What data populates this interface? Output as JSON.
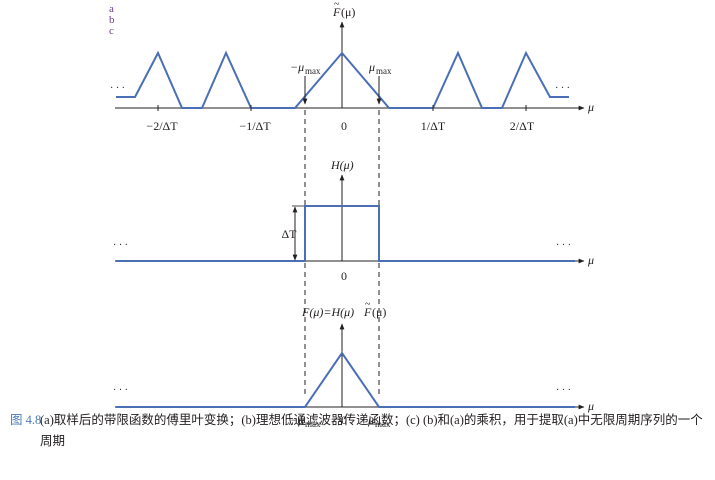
{
  "panel_labels": [
    "a",
    "b",
    "c"
  ],
  "panel_a": {
    "title_main": "F",
    "title_arg": "(μ)",
    "mu_neg_label": "−μ",
    "mu_pos_label": "μ",
    "max_sub": "max",
    "x_axis_label": "μ",
    "ellipsis_left": "· · ·",
    "ellipsis_right": "· · ·",
    "ticks": [
      "−2/ΔT",
      "−1/ΔT",
      "0",
      "1/ΔT",
      "2/ΔT"
    ]
  },
  "panel_b": {
    "title": "H(μ)",
    "height_label": "ΔT",
    "zero_label": "0",
    "x_axis_label": "μ",
    "ellipsis_left": "· · ·",
    "ellipsis_right": "· · ·"
  },
  "panel_c": {
    "title_prefix": "F(μ)=H(μ)",
    "title_f": "F",
    "title_suffix": "(μ)",
    "mu_neg_label": "−μ",
    "mu_pos_label": "μ",
    "max_sub": "max",
    "zero_label": "0",
    "x_axis_label": "μ",
    "ellipsis_left": "· · ·",
    "ellipsis_right": "· · ·"
  },
  "caption": {
    "figure_number": "图 4.8",
    "text": "(a)取样后的带限函数的傅里叶变换；(b)理想低通滤波器传递函数；(c) (b)和(a)的乘积，用于提取(a)中无限周期序列的一个周期"
  },
  "colors": {
    "curve": "#4a6fb5",
    "axis": "#231f20",
    "panel_label": "#6a3d8a",
    "figure_number": "#4a7ab7"
  }
}
